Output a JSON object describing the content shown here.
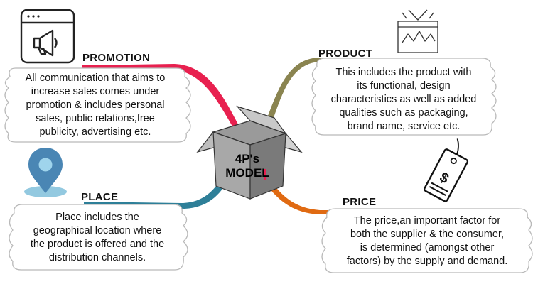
{
  "center": {
    "line1": "4P's",
    "line2": "MODEL"
  },
  "promotion": {
    "heading": "PROMOTION",
    "lines": [
      "All communication that aims to",
      "increase sales comes under",
      "promotion & includes personal",
      "sales, public relations,free",
      "publicity, advertising etc."
    ]
  },
  "product": {
    "heading": "PRODUCT",
    "lines": [
      "This includes the product with",
      "its functional, design",
      "characteristics as well as added",
      "qualities such as packaging,",
      "brand name, service etc."
    ]
  },
  "place": {
    "heading": "PLACE",
    "lines": [
      "Place includes the",
      "geographical location where",
      "the product is offered and the",
      "distribution channels."
    ]
  },
  "price": {
    "heading": "PRICE",
    "lines": [
      "The price,an important factor for",
      "both the supplier & the consumer,",
      "is determined (amongst other",
      "factors) by the supply and demand."
    ],
    "tag_symbol": "$"
  },
  "colors": {
    "promotion_branch": "#e8204f",
    "product_branch": "#8a8450",
    "place_branch": "#2e7f98",
    "price_branch": "#e06a12",
    "box": "#6d6d6d",
    "pin": "#4a86b4"
  },
  "icons": {
    "promotion": "megaphone-browser-icon",
    "product": "gift-box-icon",
    "place": "location-pin-icon",
    "price": "price-tag-icon"
  }
}
